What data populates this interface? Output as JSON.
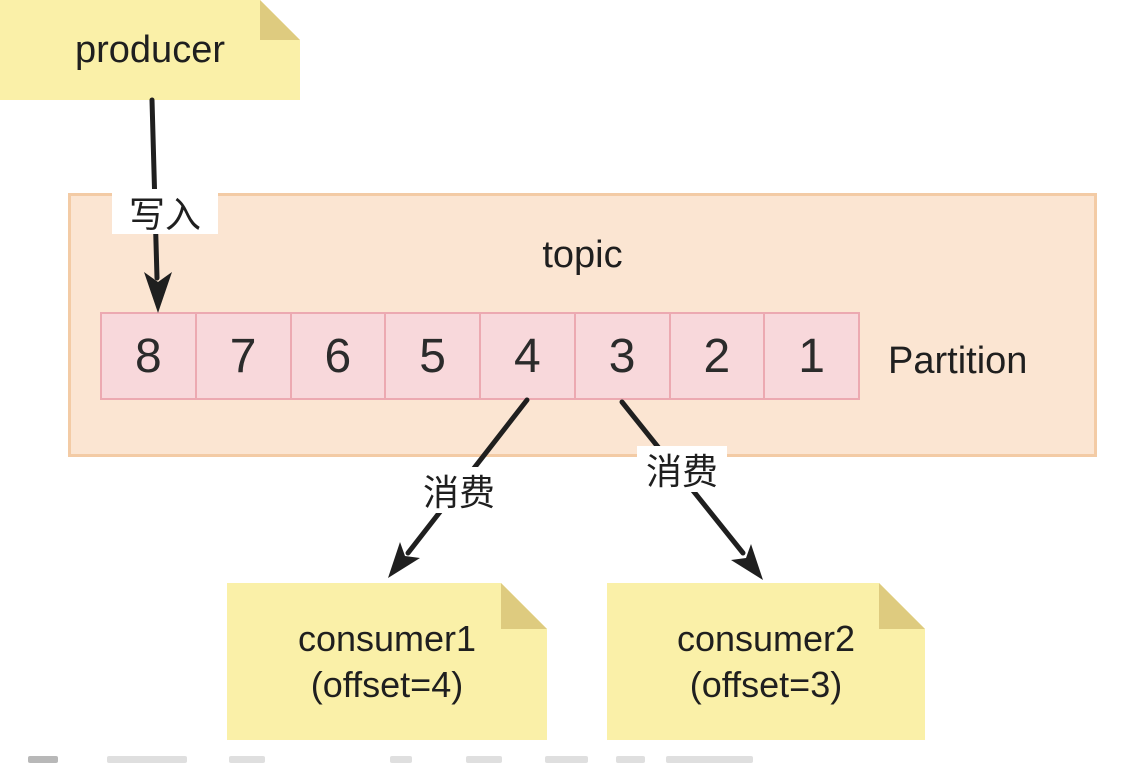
{
  "diagram": {
    "producer": {
      "label": "producer"
    },
    "write_arrow_label": "写入",
    "topic": {
      "title": "topic",
      "partition_label": "Partition",
      "cells": [
        "8",
        "7",
        "6",
        "5",
        "4",
        "3",
        "2",
        "1"
      ]
    },
    "consume_left_label": "消费",
    "consume_right_label": "消费",
    "consumer1": {
      "name": "consumer1",
      "offset": "(offset=4)"
    },
    "consumer2": {
      "name": "consumer2",
      "offset": "(offset=3)"
    }
  },
  "colors": {
    "note_fill": "#FAF0A8",
    "note_fold": "#DECB7F",
    "topic_fill": "#FBE5D2",
    "topic_border": "#F3CBA5",
    "cell_fill": "#F8D8DB",
    "cell_border": "#ECA9B1",
    "arrow": "#1F1F1F",
    "label_background": "#FFFFFF",
    "text": "#1F1F1F"
  }
}
